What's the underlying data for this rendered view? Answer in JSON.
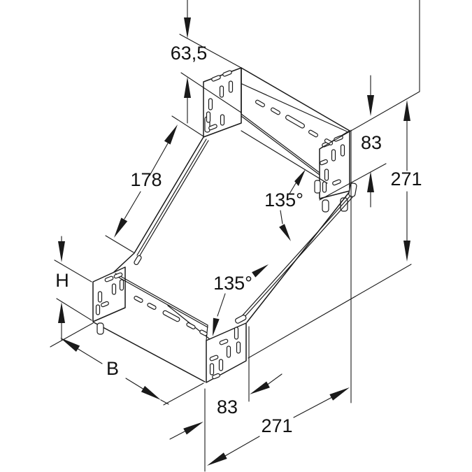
{
  "drawing": {
    "kind": "isometric technical drawing",
    "subject": "cable tray riser fitting with two 135-degree bends",
    "line_color": "#1a1a1a",
    "background": "#ffffff"
  },
  "dims": [
    {
      "id": "top-offset",
      "label": "63,5"
    },
    {
      "id": "slope-length",
      "label": "178"
    },
    {
      "id": "side-depth",
      "label": "83"
    },
    {
      "id": "side-rise",
      "label": "271"
    },
    {
      "id": "upper-angle",
      "label": "135°"
    },
    {
      "id": "lower-angle",
      "label": "135°"
    },
    {
      "id": "height",
      "label": "H"
    },
    {
      "id": "width",
      "label": "B"
    },
    {
      "id": "bottom-offset",
      "label": "83"
    },
    {
      "id": "bottom-run",
      "label": "271"
    }
  ]
}
